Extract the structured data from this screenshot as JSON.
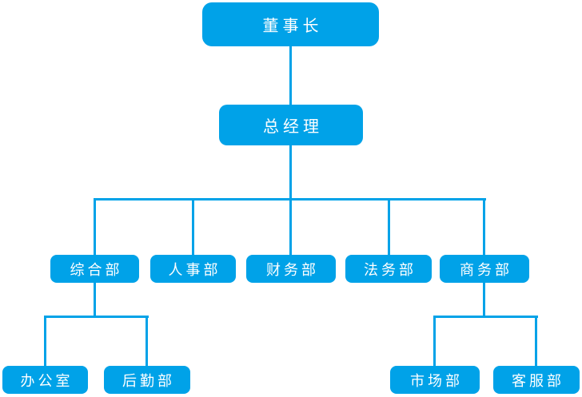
{
  "colors": {
    "node_fill": "#00A2E8",
    "connector": "#00A2E8",
    "node_text": "#FFFFFF",
    "background": "#FFFFFF"
  },
  "nodes": {
    "chairman": "董事长",
    "general_manager": "总经理",
    "dept_general_affairs": "综合部",
    "dept_hr": "人事部",
    "dept_finance": "财务部",
    "dept_legal": "法务部",
    "dept_business": "商务部",
    "office": "办公室",
    "logistics": "后勤部",
    "marketing": "市场部",
    "customer_service": "客服部"
  },
  "hierarchy": {
    "label": "董事长",
    "children": [
      {
        "label": "总经理",
        "children": [
          {
            "label": "综合部",
            "children": [
              {
                "label": "办公室"
              },
              {
                "label": "后勤部"
              }
            ]
          },
          {
            "label": "人事部"
          },
          {
            "label": "财务部"
          },
          {
            "label": "法务部"
          },
          {
            "label": "商务部",
            "children": [
              {
                "label": "市场部"
              },
              {
                "label": "客服部"
              }
            ]
          }
        ]
      }
    ]
  }
}
